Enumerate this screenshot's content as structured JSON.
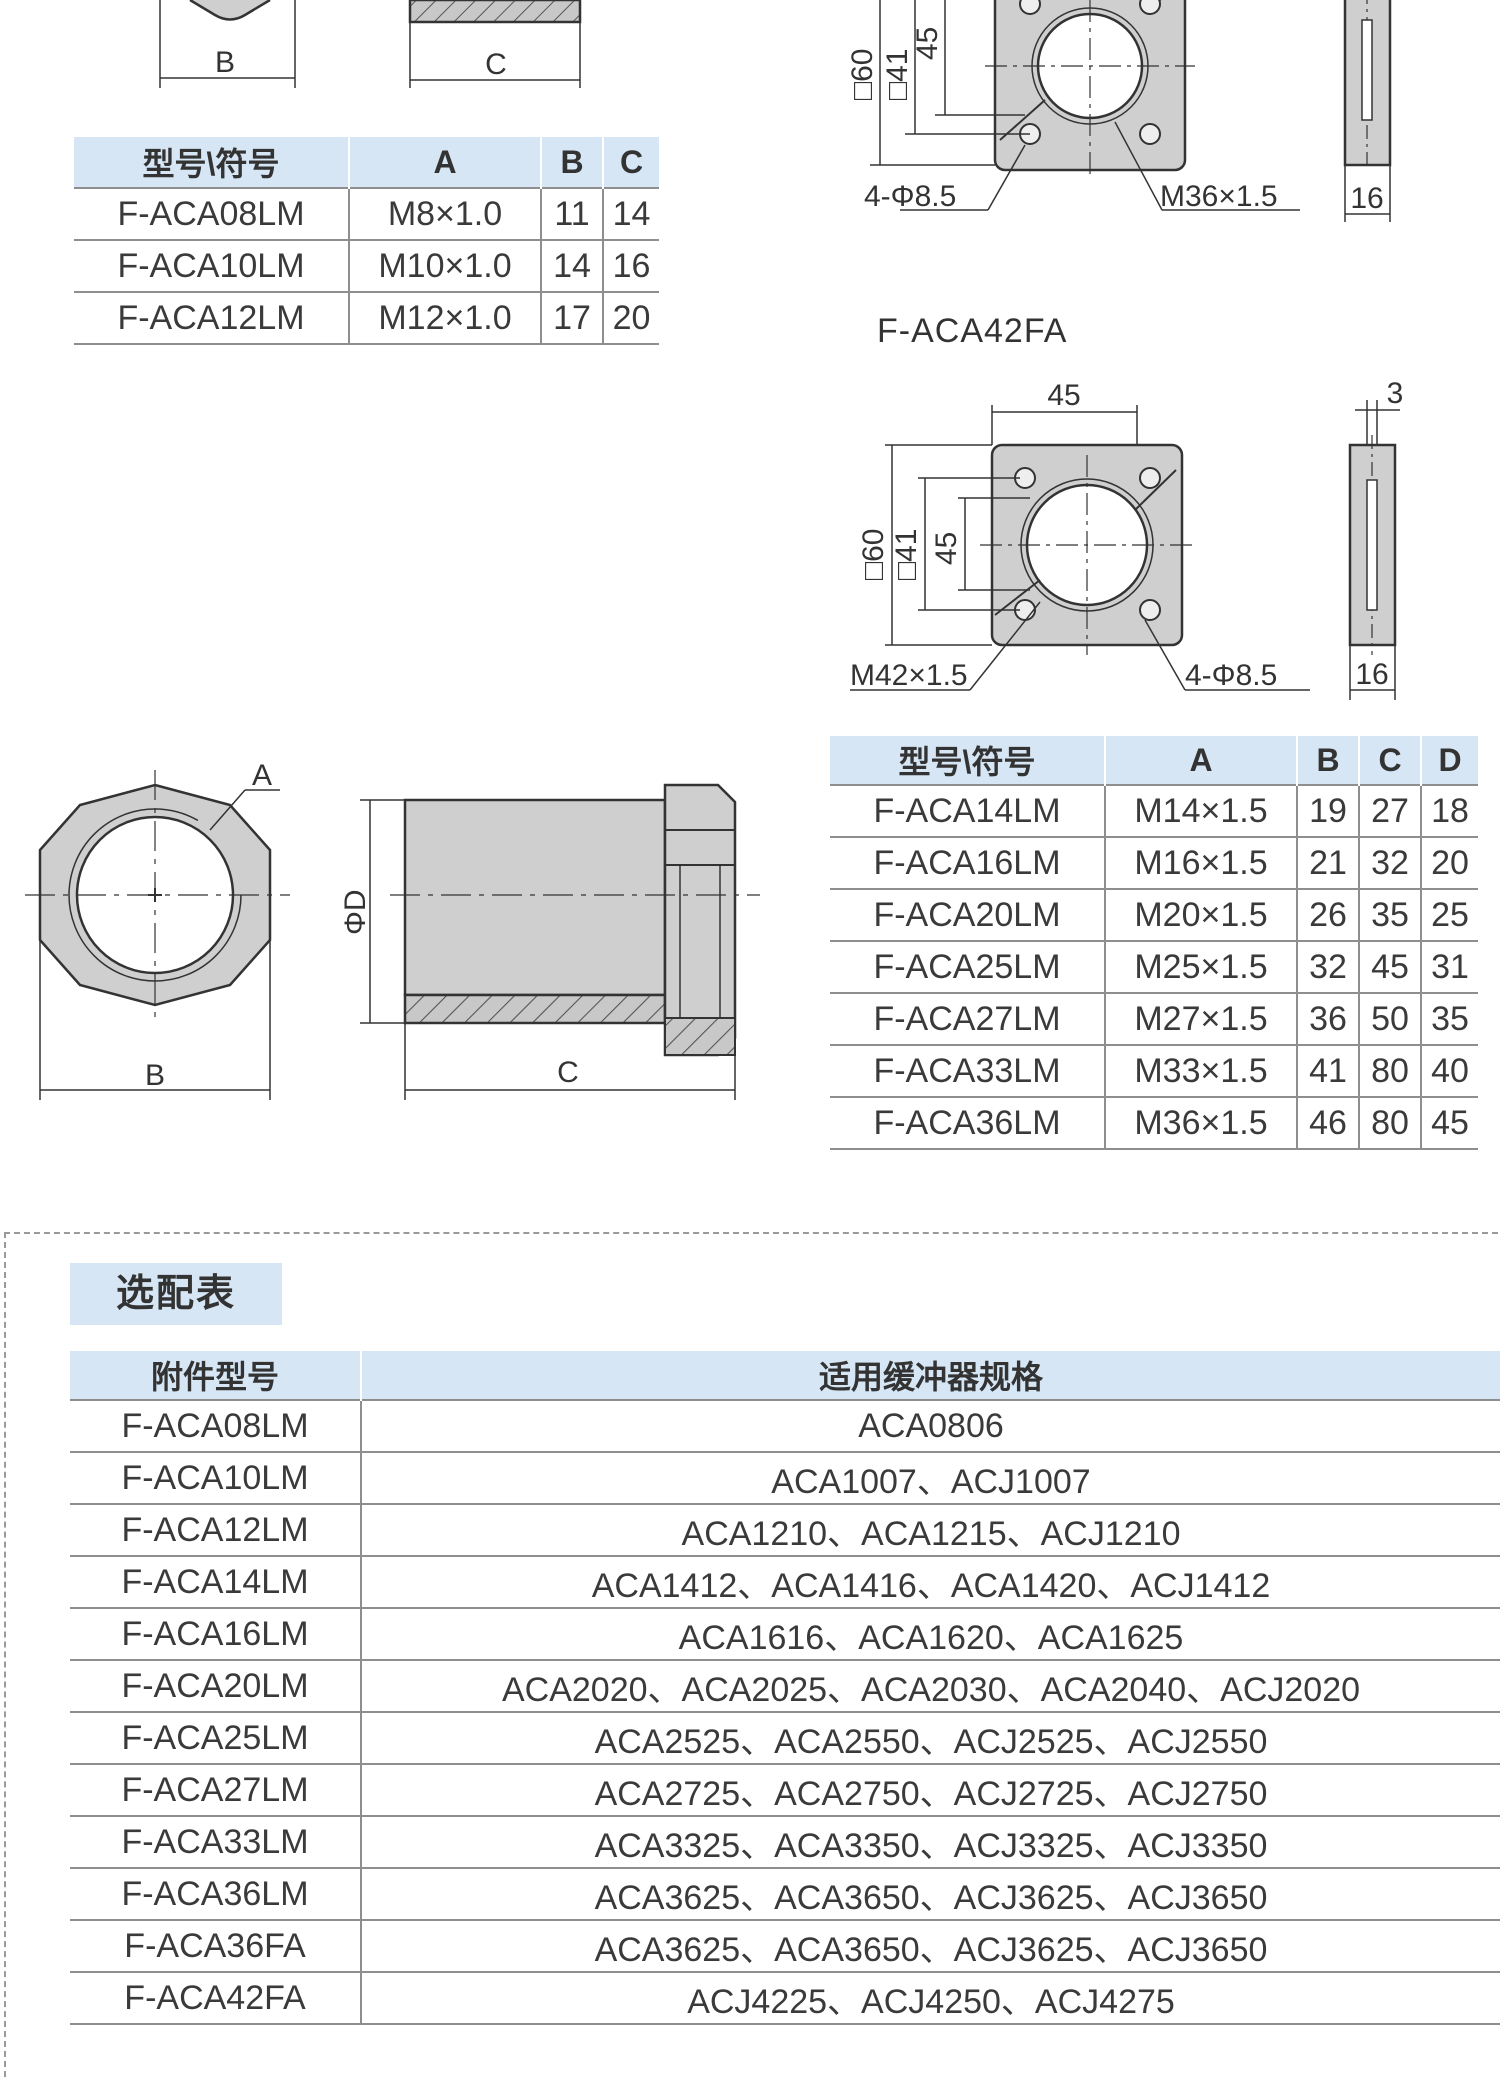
{
  "small_table": {
    "headers": [
      "型号\\符号",
      "A",
      "B",
      "C"
    ],
    "rows": [
      [
        "F-ACA08LM",
        "M8×1.0",
        "11",
        "14"
      ],
      [
        "F-ACA10LM",
        "M10×1.0",
        "14",
        "16"
      ],
      [
        "F-ACA12LM",
        "M12×1.0",
        "17",
        "20"
      ]
    ]
  },
  "drawing_top_left": {
    "label_b": "B",
    "label_c": "C"
  },
  "drawing_36fa": {
    "dim_60": "□60",
    "dim_41": "□41",
    "dim_45": "45",
    "holes": "4-Φ8.5",
    "thread": "M36×1.5",
    "thickness": "16"
  },
  "drawing_42fa": {
    "title": "F-ACA42FA",
    "dim_top": "45",
    "dim_3": "3",
    "dim_60": "□60",
    "dim_41": "□41",
    "dim_45": "45",
    "thread": "M42×1.5",
    "holes": "4-Φ8.5",
    "thickness": "16"
  },
  "drawing_nut": {
    "label_a": "A",
    "label_b": "B",
    "label_d": "ΦD",
    "label_c": "C"
  },
  "large_table": {
    "headers": [
      "型号\\符号",
      "A",
      "B",
      "C",
      "D"
    ],
    "rows": [
      [
        "F-ACA14LM",
        "M14×1.5",
        "19",
        "27",
        "18"
      ],
      [
        "F-ACA16LM",
        "M16×1.5",
        "21",
        "32",
        "20"
      ],
      [
        "F-ACA20LM",
        "M20×1.5",
        "26",
        "35",
        "25"
      ],
      [
        "F-ACA25LM",
        "M25×1.5",
        "32",
        "45",
        "31"
      ],
      [
        "F-ACA27LM",
        "M27×1.5",
        "36",
        "50",
        "35"
      ],
      [
        "F-ACA33LM",
        "M33×1.5",
        "41",
        "80",
        "40"
      ],
      [
        "F-ACA36LM",
        "M36×1.5",
        "46",
        "80",
        "45"
      ]
    ]
  },
  "selection": {
    "title": "选配表",
    "headers": [
      "附件型号",
      "适用缓冲器规格"
    ],
    "rows": [
      [
        "F-ACA08LM",
        "ACA0806"
      ],
      [
        "F-ACA10LM",
        "ACA1007、ACJ1007"
      ],
      [
        "F-ACA12LM",
        "ACA1210、ACA1215、ACJ1210"
      ],
      [
        "F-ACA14LM",
        "ACA1412、ACA1416、ACA1420、ACJ1412"
      ],
      [
        "F-ACA16LM",
        "ACA1616、ACA1620、ACA1625"
      ],
      [
        "F-ACA20LM",
        "ACA2020、ACA2025、ACA2030、ACA2040、ACJ2020"
      ],
      [
        "F-ACA25LM",
        "ACA2525、ACA2550、ACJ2525、ACJ2550"
      ],
      [
        "F-ACA27LM",
        "ACA2725、ACA2750、ACJ2725、ACJ2750"
      ],
      [
        "F-ACA33LM",
        "ACA3325、ACA3350、ACJ3325、ACJ3350"
      ],
      [
        "F-ACA36LM",
        "ACA3625、ACA3650、ACJ3625、ACJ3650"
      ],
      [
        "F-ACA36FA",
        "ACA3625、ACA3650、ACJ3625、ACJ3650"
      ],
      [
        "F-ACA42FA",
        "ACJ4225、ACJ4250、ACJ4275"
      ]
    ]
  }
}
